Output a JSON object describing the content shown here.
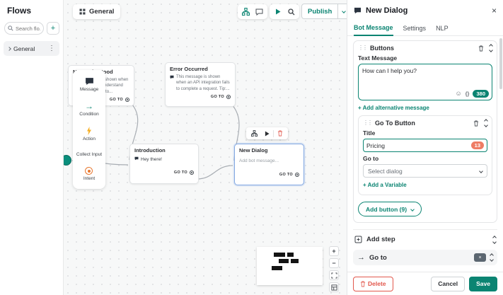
{
  "colors": {
    "accent": "#0b8472",
    "danger": "#e2574c",
    "badge_orange": "#ee7c64",
    "selection": "#84a9e2",
    "action_yellow": "#f6b026",
    "intent_orange": "#e8772e",
    "collect_green": "#34a853"
  },
  "icons": {
    "kebab": "⋮",
    "plus": "+",
    "minus": "−",
    "close": "×",
    "drag": "⋮⋮",
    "smiley": "☺",
    "braces": "{}",
    "arrow_right": "→",
    "x": "×"
  },
  "sidebar": {
    "title": "Flows",
    "search_placeholder": "Search flo...",
    "add_label": "+",
    "items": [
      {
        "label": "General"
      }
    ]
  },
  "canvas": {
    "tab": {
      "label": "General"
    },
    "toolbar": {
      "publish_label": "Publish"
    },
    "palette": [
      {
        "label": "Message"
      },
      {
        "label": "Condition"
      },
      {
        "label": "Action"
      },
      {
        "label": "Collect Input"
      },
      {
        "label": "Intent"
      }
    ],
    "nodes": [
      {
        "title": "Not Understood",
        "body": "This message is shown when the bot doesn't understand and ask the user to...",
        "footer": "GO TO"
      },
      {
        "title": "Error Occurred",
        "body": "This message is shown when an API integration fails to complete a request. Tip:...",
        "footer": "GO TO"
      },
      {
        "title": "Introduction",
        "body": "Hey there!",
        "footer": "GO TO"
      },
      {
        "title": "New Dialog",
        "body": "Add bot message...",
        "footer": "GO TO"
      }
    ]
  },
  "panel": {
    "title": "New Dialog",
    "tabs": [
      "Bot Message",
      "Settings",
      "NLP"
    ],
    "buttons_section": {
      "title": "Buttons"
    },
    "text_message": {
      "label": "Text Message",
      "value": "How can I help you?",
      "char_count": "380"
    },
    "add_alternative": "+ Add alternative message",
    "go_to_button": {
      "title": "Go To Button",
      "title_label": "Title",
      "title_value": "Pricing",
      "char_count": "13",
      "goto_label": "Go to",
      "goto_placeholder": "Select dialog",
      "add_variable": "+ Add a Variable",
      "add_button_label": "Add button (9)"
    },
    "add_step_label": "Add step",
    "goto_row_label": "Go to",
    "footer": {
      "delete": "Delete",
      "cancel": "Cancel",
      "save": "Save"
    }
  }
}
